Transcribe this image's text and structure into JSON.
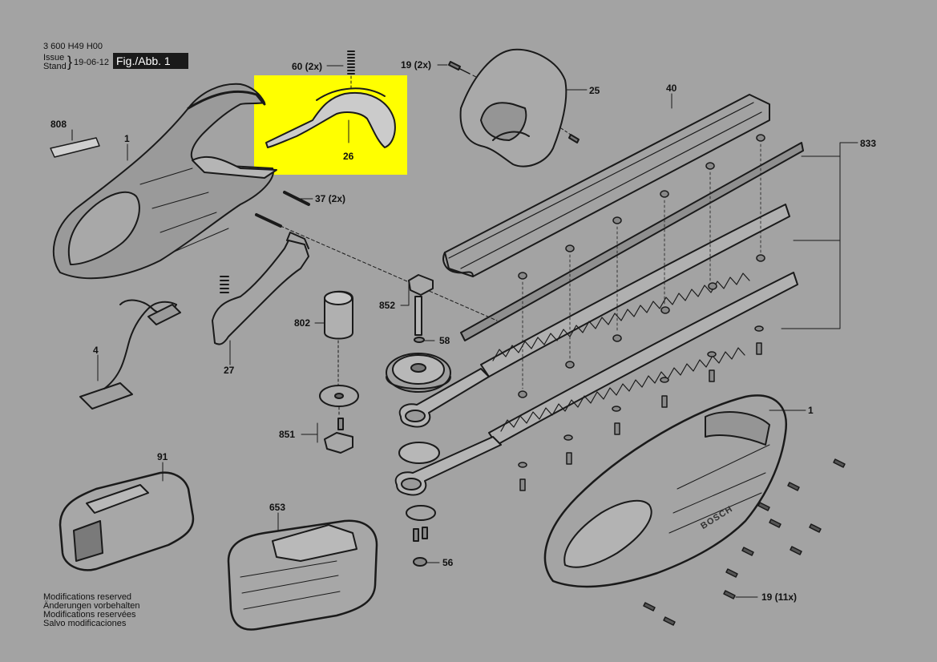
{
  "header": {
    "doc_number": "3 600 H49 H00",
    "issue_label": "Issue",
    "stand_label": "Stand",
    "brace": "}",
    "date": "19-06-12",
    "figure": "Fig./Abb. 1"
  },
  "highlight_color": "#ffff00",
  "brand_mark": "BOSCH",
  "callouts": {
    "808": "808",
    "1_top": "1",
    "60": "60 (2x)",
    "26": "26",
    "19_top": "19 (2x)",
    "25": "25",
    "40": "40",
    "833": "833",
    "37": "37 (2x)",
    "4": "4",
    "27": "27",
    "802": "802",
    "852": "852",
    "58": "58",
    "1_bottom": "1",
    "851": "851",
    "91": "91",
    "653": "653",
    "56": "56",
    "19_bottom": "19 (11x)"
  },
  "modifications": [
    "Modifications reserved",
    "Änderungen vorbehalten",
    "Modifications reservées",
    "Salvo modificaciones"
  ]
}
